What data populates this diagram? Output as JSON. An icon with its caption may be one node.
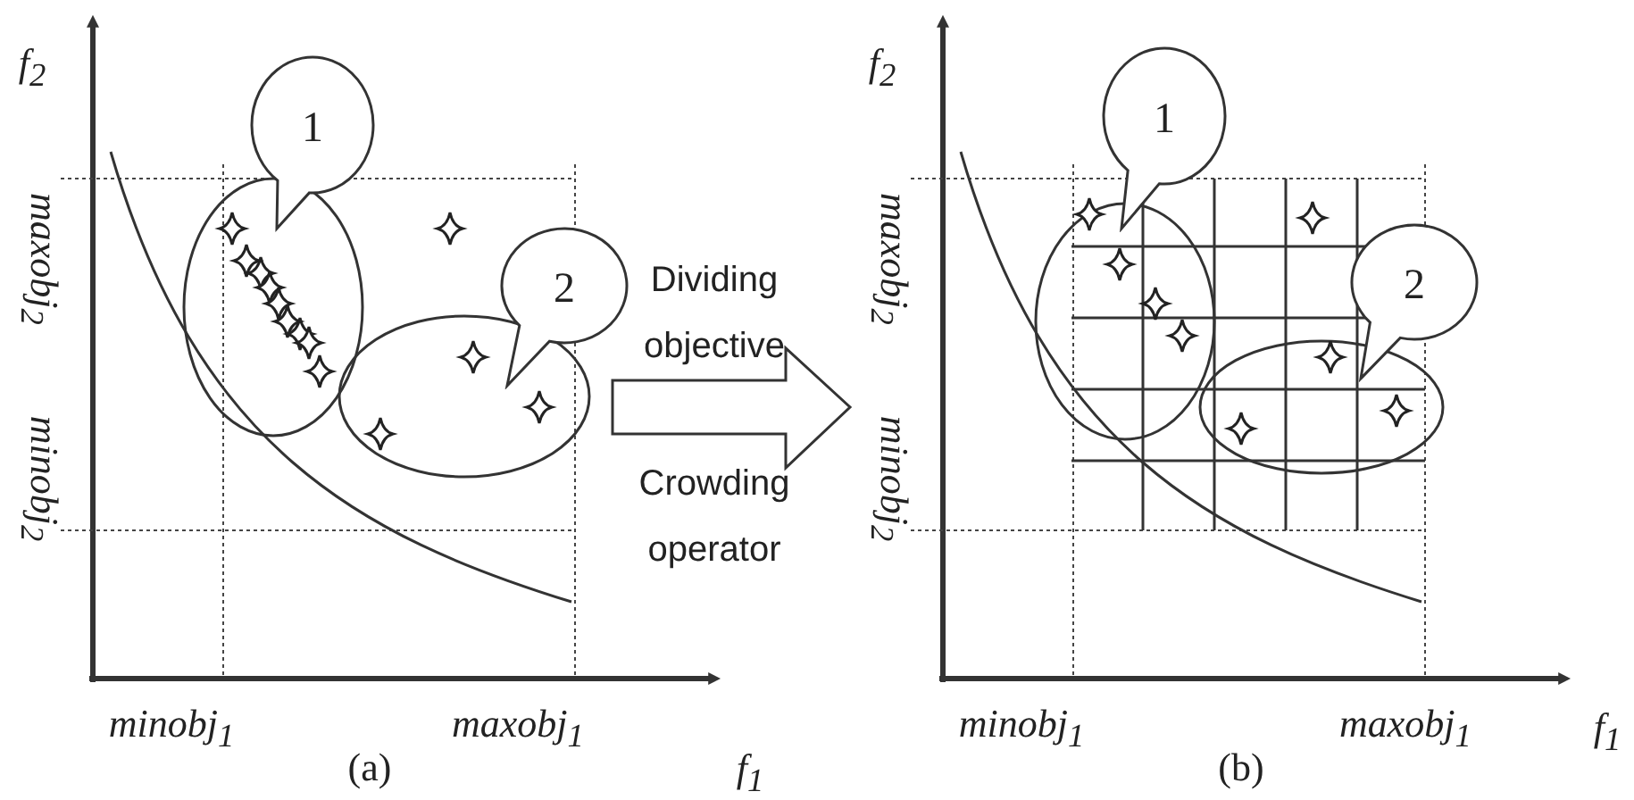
{
  "diagram": {
    "nodes": [
      {
        "text": [
          "1"
        ]
      },
      {
        "text": [
          "2"
        ]
      },
      {
        "text": [
          "1"
        ]
      },
      {
        "text": [
          "2"
        ]
      }
    ],
    "labels": [
      "f$_{2}$",
      "maxobj$_{2}$",
      "minobj$_{2}$",
      "minobj$_{1}$",
      "(a)",
      "maxobj$_{1}$",
      "f$_{1}$",
      "Dividing objective",
      "Crowding operator",
      "f$_{2}$",
      "maxobj$_{2}$",
      "minobj$_{2}$",
      "minobj$_{1}$",
      "(b)",
      "maxobj$_{1}$",
      "f$_{1}$"
    ]
  }
}
